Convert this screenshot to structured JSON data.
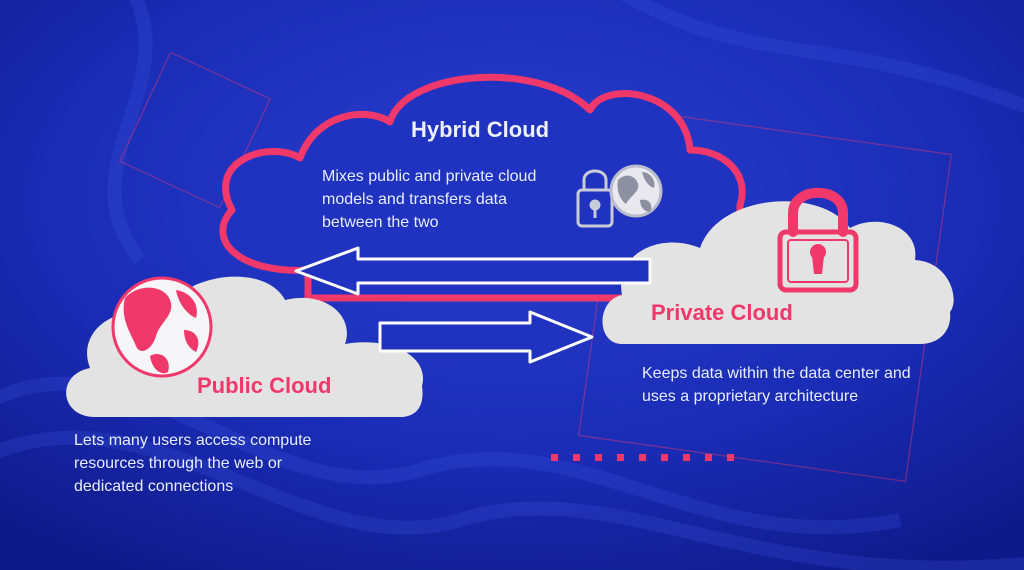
{
  "hybrid": {
    "title": "Hybrid Cloud",
    "desc": [
      "Mixes public and private cloud",
      "models and transfers data",
      "between the two"
    ]
  },
  "private": {
    "title": "Private Cloud",
    "desc": [
      "Keeps data within the data center and",
      "uses a proprietary architecture"
    ]
  },
  "public": {
    "title": "Public Cloud",
    "desc": [
      "Lets many users access compute",
      "resources through the web or",
      "dedicated connections"
    ]
  },
  "colors": {
    "accent": "#f0386b",
    "background": "#1a2cb5",
    "cloud_fill": "#e3e3e3",
    "text": "#e9ecff"
  },
  "icons": [
    "globe-icon",
    "padlock-icon",
    "arrow-left-icon",
    "arrow-right-icon"
  ]
}
